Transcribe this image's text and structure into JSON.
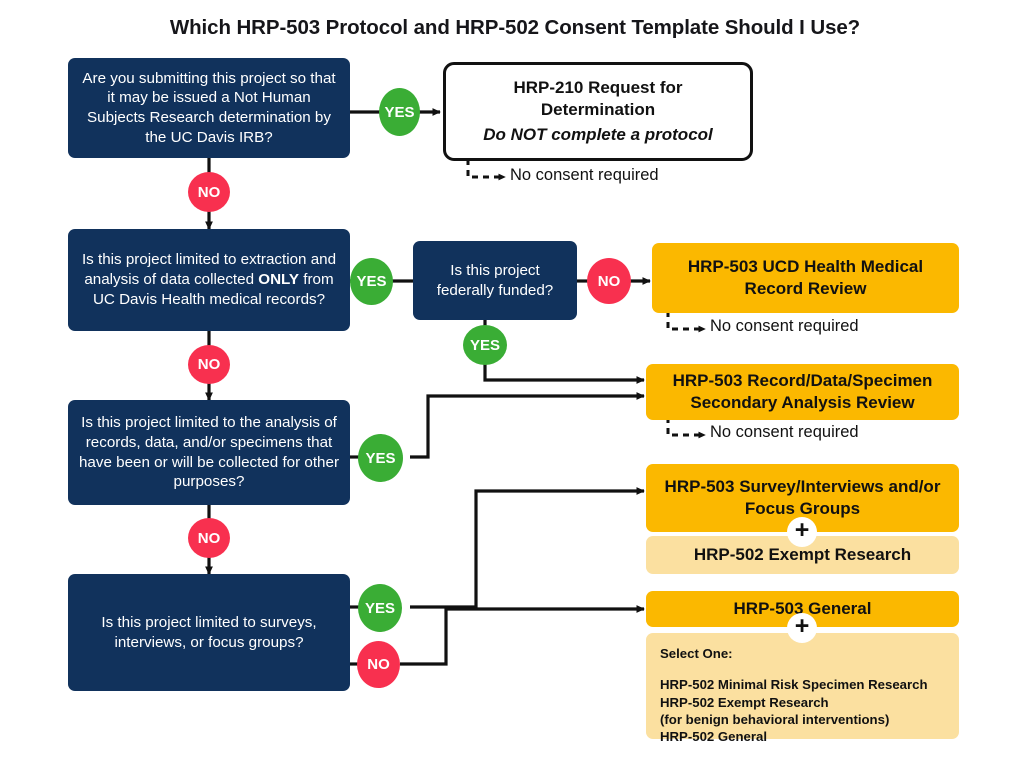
{
  "title": "Which HRP-503 Protocol and HRP-502 Consent Template Should I Use?",
  "colors": {
    "navy": "#11325c",
    "yellow": "#fbb800",
    "yellow_light": "#fbe0a0",
    "green": "#3aad35",
    "red": "#f8304f",
    "black": "#111111",
    "white": "#ffffff"
  },
  "questions": {
    "q1": {
      "text": "Are you submitting this project so that it may be issued a Not Human Subjects Research determination by the UC Davis IRB?"
    },
    "q2": {
      "part1": "Is this project limited to extraction and analysis of data collected ",
      "emphasis": "ONLY",
      "part2": " from UC Davis Health medical records?"
    },
    "q3": {
      "text": "Is this project federally funded?"
    },
    "q4": {
      "text": "Is this project limited to the analysis of records, data, and/or specimens that have been or will be collected for other purposes?"
    },
    "q5": {
      "text": "Is this project limited to surveys, interviews, or focus groups?"
    }
  },
  "outcomes": {
    "hrp210": {
      "title": "HRP-210 Request for Determination",
      "note": "Do NOT complete a protocol"
    },
    "ucd_health": {
      "title": "HRP-503 UCD Health Medical Record Review"
    },
    "secondary": {
      "title": "HRP-503 Record/Data/Specimen Secondary Analysis Review"
    },
    "survey": {
      "title": "HRP-503 Survey/Interviews and/or Focus Groups",
      "plus": "+",
      "consent": "HRP-502 Exempt Research"
    },
    "general": {
      "title": "HRP-503 General",
      "plus": "+",
      "select_head": "Select One:",
      "options": [
        "HRP-502 Minimal Risk Specimen Research",
        "HRP-502 Exempt Research",
        "(for benign behavioral interventions)",
        "HRP-502 General"
      ]
    }
  },
  "badges": {
    "yes": "YES",
    "no": "NO"
  },
  "consent_notes": {
    "n1": "No consent required",
    "n2": "No consent required",
    "n3": "No consent required"
  }
}
